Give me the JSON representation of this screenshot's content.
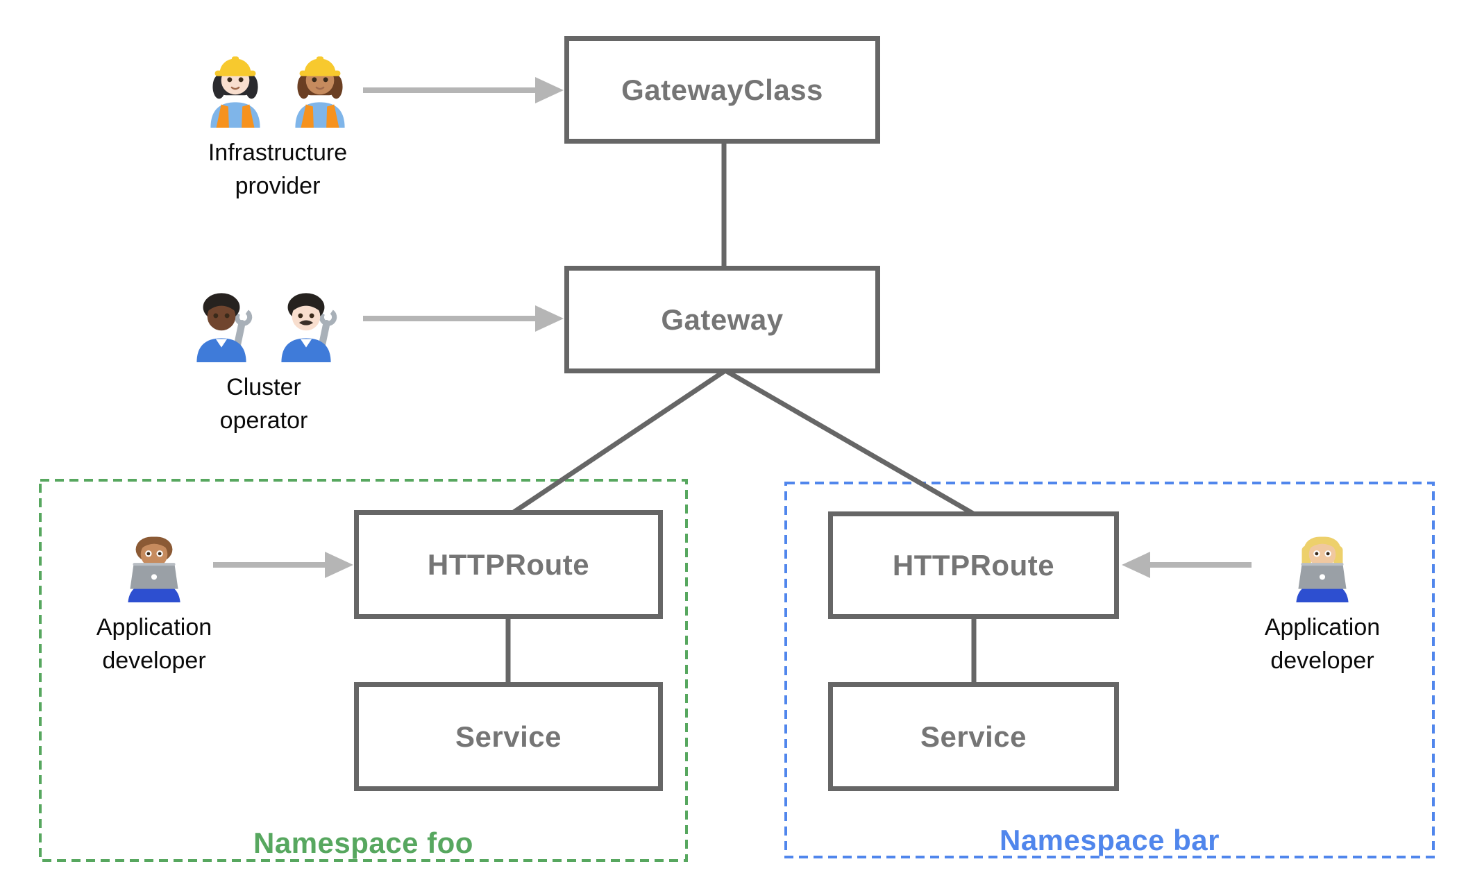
{
  "colors": {
    "node_border": "#666666",
    "node_label": "#757575",
    "connector": "#666666",
    "arrow": "#b5b5b5",
    "namespace_foo": "#57a75f",
    "namespace_bar": "#5086ec",
    "persona_label": "#0a0a0a"
  },
  "nodes": {
    "gatewayclass": "GatewayClass",
    "gateway": "Gateway",
    "httproute_foo": "HTTPRoute",
    "service_foo": "Service",
    "httproute_bar": "HTTPRoute",
    "service_bar": "Service"
  },
  "namespaces": {
    "foo": "Namespace foo",
    "bar": "Namespace bar"
  },
  "personas": {
    "infrastructure_provider": {
      "emoji_1": "👷🏻‍♀️",
      "emoji_2": "👷🏽‍♀️",
      "line1": "Infrastructure",
      "line2": "provider"
    },
    "cluster_operator": {
      "emoji_1": "🧑🏿‍🔧",
      "emoji_2": "👨🏻‍🔧",
      "line1": "Cluster",
      "line2": "operator"
    },
    "app_developer_foo": {
      "emoji_1": "👨🏽‍💻",
      "line1": "Application",
      "line2": "developer"
    },
    "app_developer_bar": {
      "emoji_1": "👩🏼‍💻",
      "line1": "Application",
      "line2": "developer"
    }
  }
}
